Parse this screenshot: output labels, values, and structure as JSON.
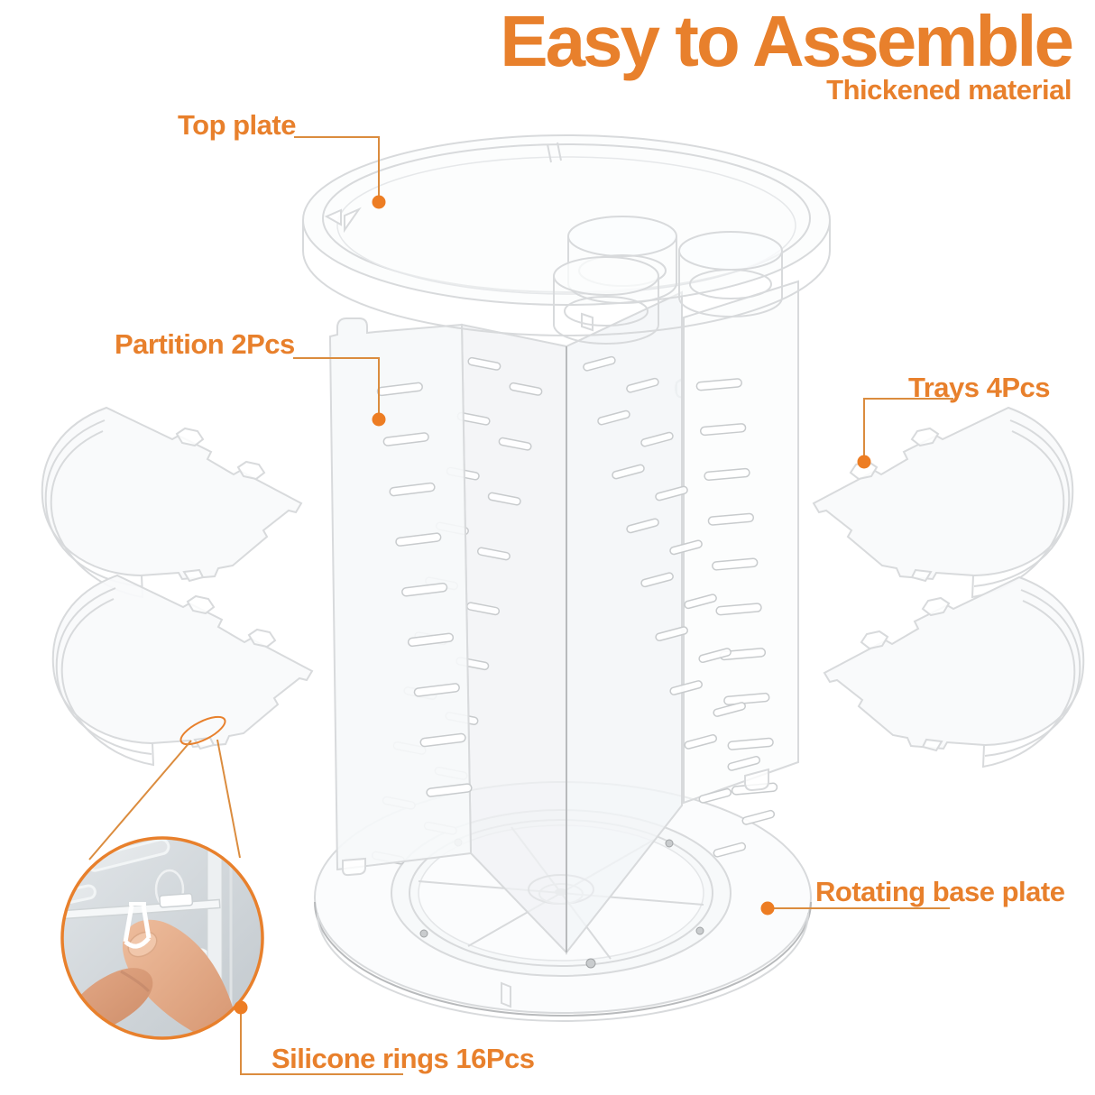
{
  "header": {
    "title": "Easy to Assemble",
    "subtitle": "Thickened material"
  },
  "callouts": [
    {
      "id": "top-plate",
      "label": "Top plate"
    },
    {
      "id": "partition",
      "label": "Partition 2Pcs"
    },
    {
      "id": "trays",
      "label": "Trays 4Pcs"
    },
    {
      "id": "rotating-base-plate",
      "label": "Rotating base plate"
    },
    {
      "id": "silicone-rings",
      "label": "Silicone rings 16Pcs"
    }
  ],
  "diagram_parts": [
    "top-plate",
    "partition-panel-left",
    "partition-panel-right",
    "tray-left-upper",
    "tray-left-lower",
    "tray-right-upper",
    "tray-right-lower",
    "rotating-base-plate",
    "silicone-ring-detail-magnifier"
  ],
  "colors": {
    "accent": "#E8802C",
    "leader": "#DB8C3E",
    "dot": "#ED7D23",
    "stroke": "#D8DADC",
    "stroke_dark": "#B8BABC",
    "bg": "#FFFFFF"
  }
}
